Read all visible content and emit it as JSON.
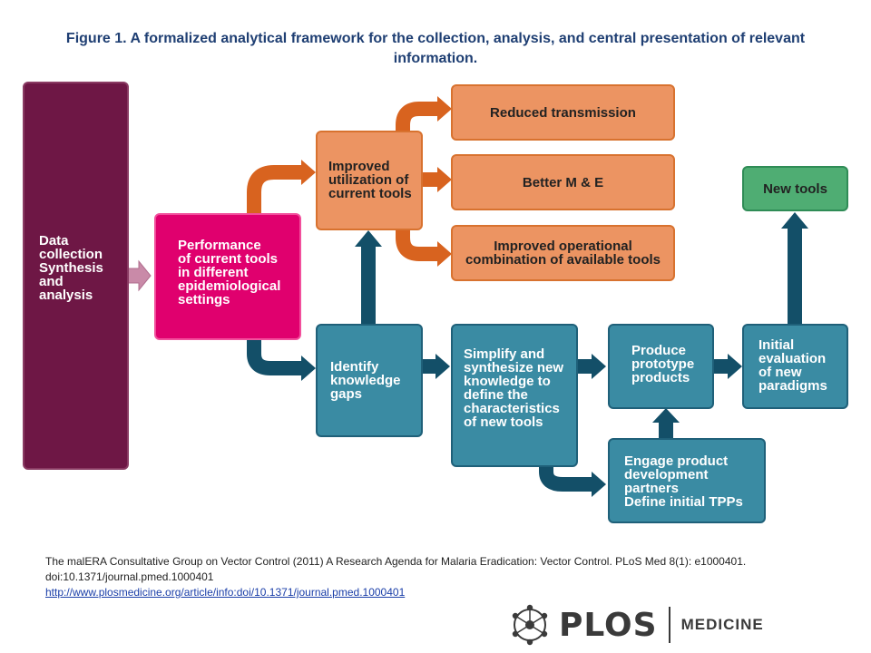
{
  "title": "Figure 1. A formalized analytical framework for the collection, analysis, and central presentation of relevant information.",
  "colors": {
    "data_box": "#6e1745",
    "performance_box": "#e0006e",
    "orange_box": "#ec9462",
    "orange_arrow": "#d8631f",
    "teal_box": "#3a8ba3",
    "teal_arrow": "#134f68",
    "green_box": "#4fad73",
    "small_arrow": "#c98aa8"
  },
  "nodes": {
    "data_collection": [
      "Data",
      "collection",
      "Synthesis",
      "and",
      "analysis"
    ],
    "performance": [
      "Performance",
      "of current tools",
      "in different",
      "epidemiological",
      "settings"
    ],
    "improved_utilization": [
      "Improved",
      "utilization of",
      "current tools"
    ],
    "reduced_transmission": [
      "Reduced transmission"
    ],
    "better_me": [
      "Better M & E"
    ],
    "improved_operational": [
      "Improved operational",
      "combination of available tools"
    ],
    "identify_gaps": [
      "Identify",
      "knowledge",
      "gaps"
    ],
    "simplify": [
      "Simplify and",
      "synthesize new",
      "knowledge to",
      "define the",
      "characteristics",
      "of new tools"
    ],
    "produce_prototype": [
      "Produce",
      "prototype",
      "products"
    ],
    "initial_evaluation": [
      "Initial",
      "evaluation",
      "of new",
      "paradigms"
    ],
    "new_tools": [
      "New tools"
    ],
    "engage_partners": [
      "Engage product",
      "development",
      "partners",
      "Define initial TPPs"
    ]
  },
  "citation": {
    "line1": "The malERA Consultative Group on Vector Control (2011)  A Research Agenda for Malaria Eradication: Vector Control. PLoS Med 8(1): e1000401.",
    "line2": "doi:10.1371/journal.pmed.1000401",
    "link": "http://www.plosmedicine.org/article/info:doi/10.1371/journal.pmed.1000401"
  },
  "logo": {
    "name": "PLOS",
    "subtitle": "MEDICINE",
    "icon": "plos-network-icon"
  }
}
